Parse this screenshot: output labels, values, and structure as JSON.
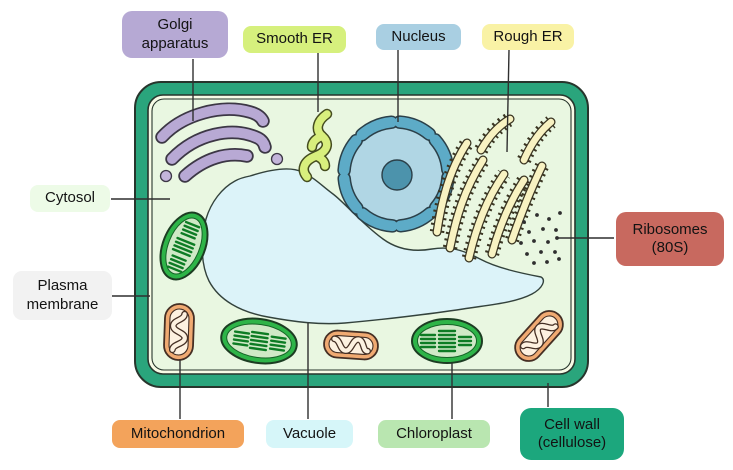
{
  "diagram": {
    "title": "Plant cell diagram",
    "type": "labeled biology illustration"
  },
  "labels": {
    "golgi": {
      "text": "Golgi apparatus",
      "color": "#b6a9d4"
    },
    "smooth_er": {
      "text": "Smooth ER",
      "color": "#d6f07d"
    },
    "nucleus": {
      "text": "Nucleus",
      "color": "#a9cfe2"
    },
    "rough_er": {
      "text": "Rough ER",
      "color": "#f9f2a5"
    },
    "cytosol": {
      "text": "Cytosol",
      "color": "#edfbe7"
    },
    "plasma_membrane": {
      "text": "Plasma membrane",
      "color": "#f2f2f2"
    },
    "ribosomes": {
      "text": "Ribosomes (80S)",
      "color": "#c8695f"
    },
    "mitochondrion": {
      "text": "Mitochondrion",
      "color": "#f3a35b"
    },
    "vacuole": {
      "text": "Vacuole",
      "color": "#d6f6f9"
    },
    "chloroplast": {
      "text": "Chloroplast",
      "color": "#b9e6b0"
    },
    "cell_wall": {
      "text": "Cell wall (cellulose)",
      "color": "#1ca77d"
    }
  },
  "structures": {
    "cell_wall_fill": "#2aa57c",
    "plasma_membrane_line": "#f7fbe6",
    "cytoplasm_fill": "#e9f7e1",
    "vacuole_fill": "#dcf3f9",
    "nucleus_fill": "#b0d6e4",
    "nuclear_envelope": "#5dabc7",
    "nucleolus_fill": "#4c93ac",
    "golgi_fill": "#b8a9d4",
    "smooth_er_fill": "#d8ef7d",
    "rough_er_fill": "#f8f2c2",
    "chloroplast_ring": "#2eb448",
    "chloroplast_stroma": "#cfe9c6",
    "granum_color": "#0d7c24",
    "mitochondrion_outer": "#f0aa72",
    "mitochondrion_matrix": "#fdf1e0",
    "ribosome_dot": "#2f2f2f",
    "outline": "#2b3a31",
    "leader_line": "#2f2f2f"
  }
}
